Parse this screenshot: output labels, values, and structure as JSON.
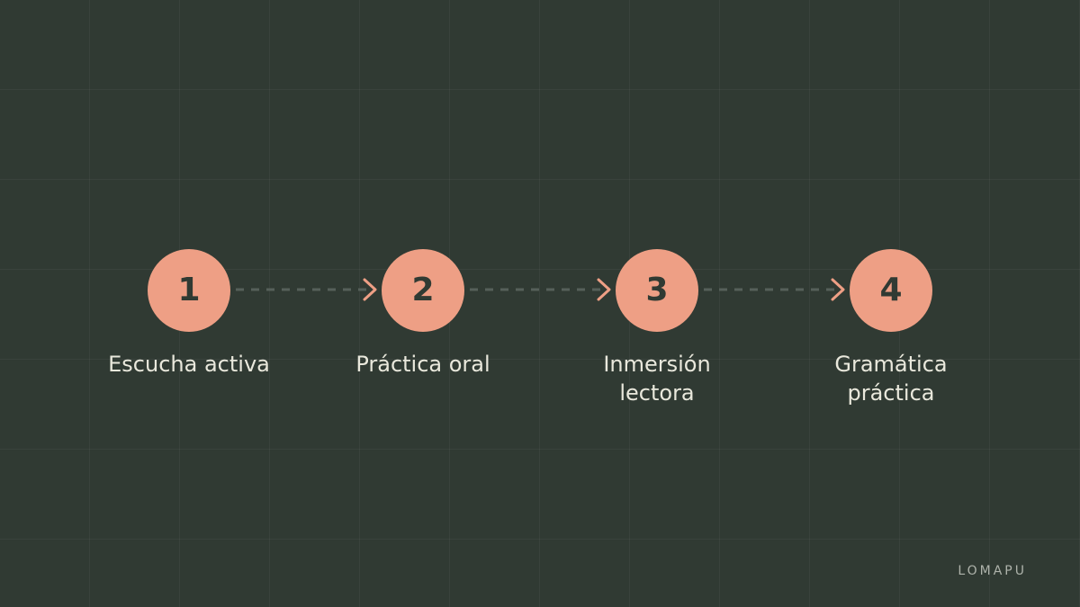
{
  "colors": {
    "background": "#303a33",
    "accent": "#ee9f85",
    "text": "#e9e8dc",
    "connector": "#56605a"
  },
  "steps": [
    {
      "number": "1",
      "label": "Escucha activa"
    },
    {
      "number": "2",
      "label": "Práctica oral"
    },
    {
      "number": "3",
      "label": "Inmersión lectora"
    },
    {
      "number": "4",
      "label": "Gramática práctica"
    }
  ],
  "connector_icon": "chevron-right-icon",
  "brand": "LOMAPU"
}
